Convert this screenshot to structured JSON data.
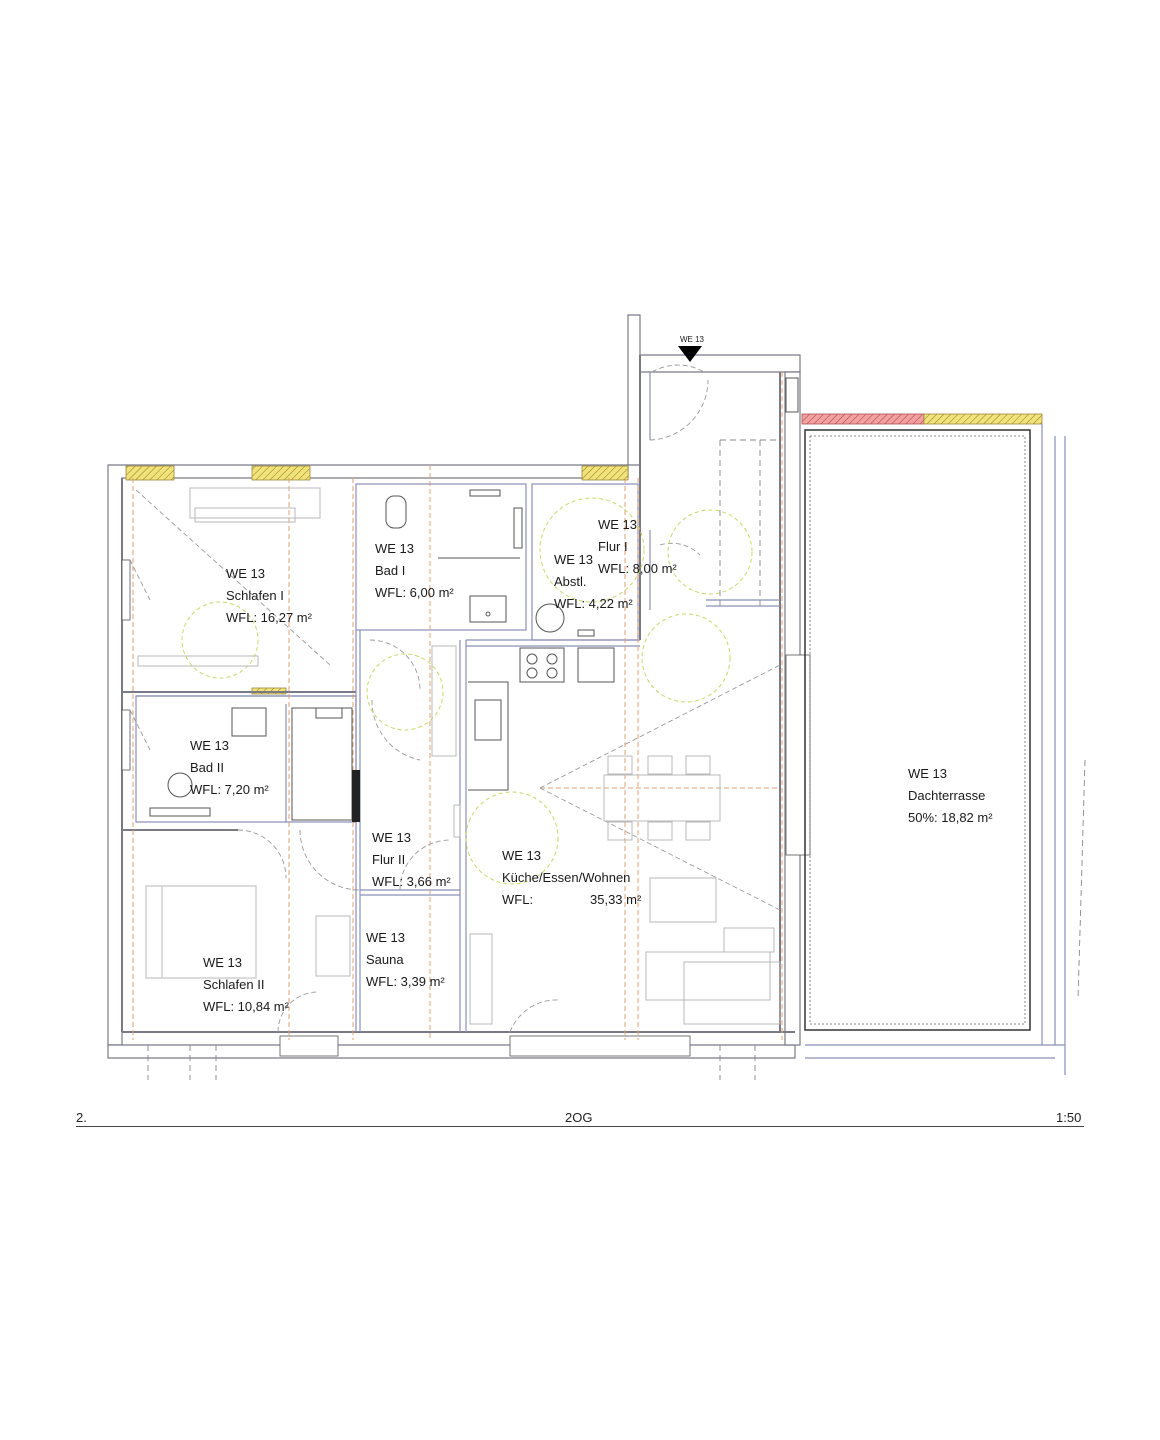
{
  "rooms": [
    {
      "id": "schlafen1",
      "unit": "WE 13",
      "name": "Schlafen I",
      "area": "WFL: 16,27 m²"
    },
    {
      "id": "bad1",
      "unit": "WE 13",
      "name": "Bad I",
      "area": "WFL: 6,00 m²"
    },
    {
      "id": "abstl",
      "unit": "WE 13",
      "name": "Abstl.",
      "area": "WFL: 4,22 m²"
    },
    {
      "id": "flur1",
      "unit": "WE 13",
      "name": "Flur I",
      "area": "WFL: 8,00 m²"
    },
    {
      "id": "bad2",
      "unit": "WE 13",
      "name": "Bad II",
      "area": "WFL: 7,20 m²"
    },
    {
      "id": "flur2",
      "unit": "WE 13",
      "name": "Flur II",
      "area": "WFL: 3,66 m²"
    },
    {
      "id": "sauna",
      "unit": "WE 13",
      "name": "Sauna",
      "area": "WFL: 3,39 m²"
    },
    {
      "id": "schlafen2",
      "unit": "WE 13",
      "name": "Schlafen II",
      "area": "WFL: 10,84 m²"
    },
    {
      "id": "kueche",
      "unit": "WE 13",
      "name": "Küche/Essen/Wohnen",
      "area_label": "WFL:",
      "area_value": "35,33 m²"
    },
    {
      "id": "terrasse",
      "unit": "WE 13",
      "name": "Dachterrasse",
      "area": "50%: 18,82 m²"
    }
  ],
  "entrance_marker": "WE 13",
  "footer": {
    "left": "2.",
    "center": "2OG",
    "right": "1:50"
  },
  "colors": {
    "wall": "#7a7a86",
    "axis": "#e0a070",
    "insulation": "#f2e27a",
    "insulation_red": "#f28a8a",
    "lighting": "#c8d86a"
  }
}
